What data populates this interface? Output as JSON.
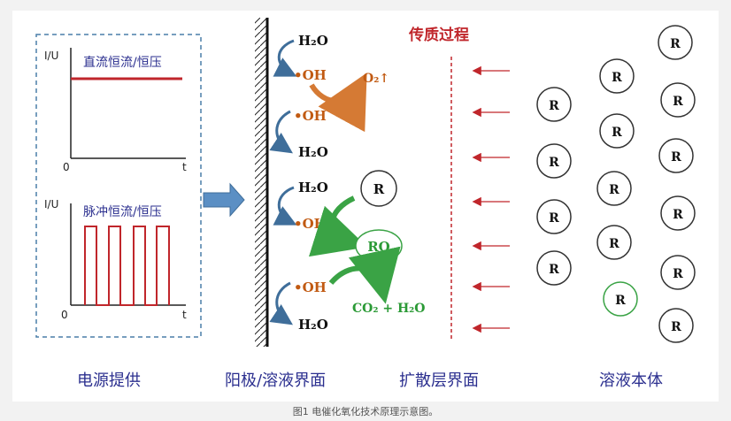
{
  "colors": {
    "blue_text": "#2b2f8f",
    "red": "#c0262b",
    "orange": "#c15a12",
    "green": "#2b9a36",
    "arrow_blue": "#3f6e9a",
    "dashed_box": "#4a7fa8"
  },
  "power_panel": {
    "dc": {
      "axis_y": "I/U",
      "axis_x": "t",
      "origin": "0",
      "title": "直流恒流/恒压"
    },
    "pulse": {
      "axis_y": "I/U",
      "axis_x": "t",
      "origin": "0",
      "title": "脉冲恒流/恒压"
    }
  },
  "species": {
    "h2o": "H₂O",
    "oh": "•OH",
    "o2": "O₂↑",
    "r": "R",
    "ro": "RO",
    "co2_h2o": "CO₂ + H₂O"
  },
  "mass_transfer_label": "传质过程",
  "region_labels": {
    "power": "电源提供",
    "anode": "阳极/溶液界面",
    "diffusion": "扩散层界面",
    "bulk": "溶液本体"
  },
  "caption": "图1 电催化氧化技术原理示意图。",
  "icons": [
    "curved-arrow-icon",
    "right-arrow-icon",
    "left-arrow-icon"
  ]
}
